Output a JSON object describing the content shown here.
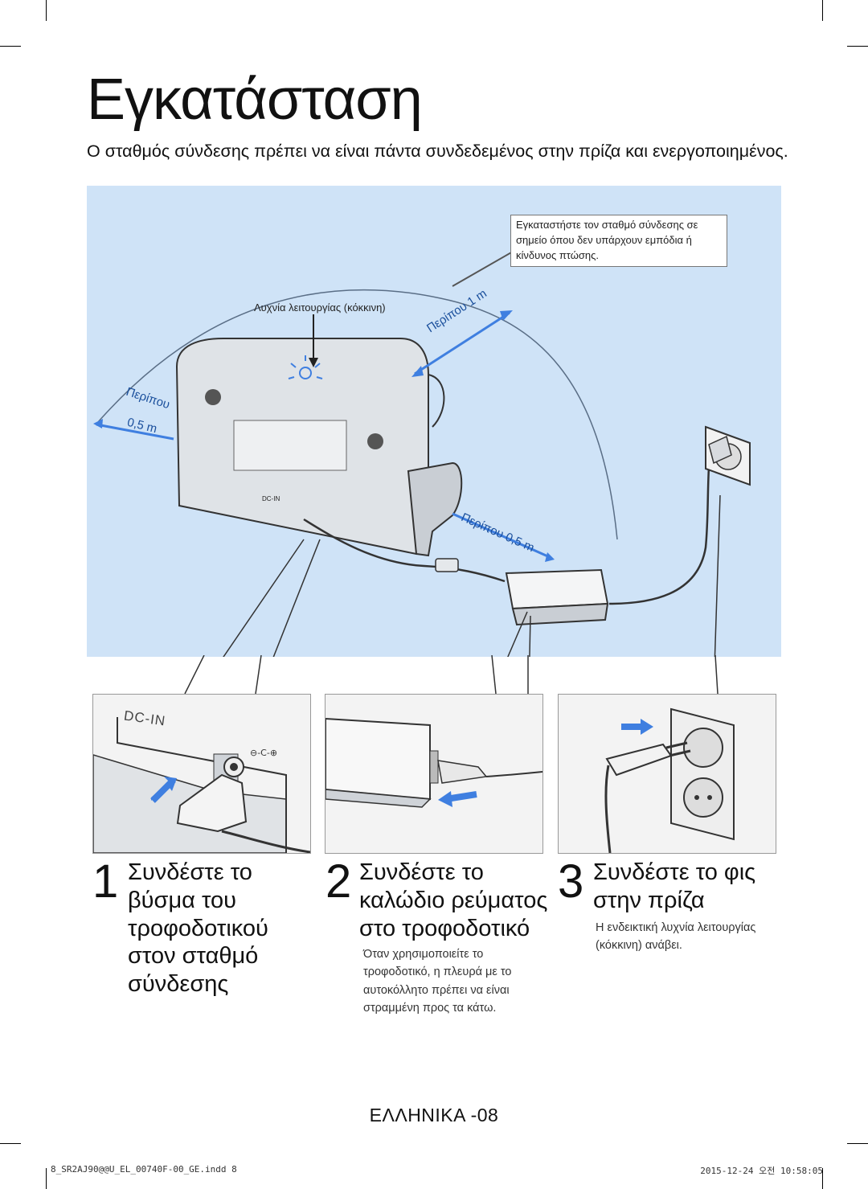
{
  "page": {
    "title": "Εγκατάσταση",
    "subtitle": "Ο σταθμός σύνδεσης πρέπει να είναι πάντα συνδεδεμένος στην πρίζα και ενεργοποιημένος."
  },
  "illustration": {
    "callout": "Εγκαταστήστε τον σταθμό σύνδεσης σε σημείο όπου δεν υπάρχουν εμπόδια ή κίνδυνος πτώσης.",
    "lamp_label": "Λυχνία λειτουργίας (κόκκινη)",
    "dim_top": "Περίπου 1 m",
    "dim_left_a": "Περίπου",
    "dim_left_b": "0,5 m",
    "dim_right": "Περίπου 0,5 m",
    "station_label": "DC-IN"
  },
  "panels": [
    {
      "label": "DC-IN"
    },
    {
      "label": ""
    },
    {
      "label": ""
    }
  ],
  "steps": [
    {
      "number": "1",
      "text": "Συνδέστε το βύσμα του τροφοδοτικού στον σταθμό σύνδεσης",
      "note": ""
    },
    {
      "number": "2",
      "text": "Συνδέστε το καλώδιο ρεύματος στο τροφοδοτικό",
      "note": "Όταν χρησιμοποιείτε το τροφοδοτικό, η πλευρά με το αυτοκόλλητο πρέπει να είναι στραμμένη προς τα κάτω."
    },
    {
      "number": "3",
      "text": "Συνδέστε το φις στην πρίζα",
      "note": "Η ενδεικτική λυχνία λειτουργίας (κόκκινη) ανάβει."
    }
  ],
  "footer": {
    "page_label": "ΕΛΛΗΝΙΚΑ -08",
    "file": "8_SR2AJ90@@U_EL_00740F-00_GE.indd   8",
    "date": "2015-12-24   오전 10:58:05"
  },
  "colors": {
    "illustration_bg": "#cfe3f7",
    "arrow_blue": "#3f7fe0",
    "dimension_text": "#1a4f9c"
  }
}
